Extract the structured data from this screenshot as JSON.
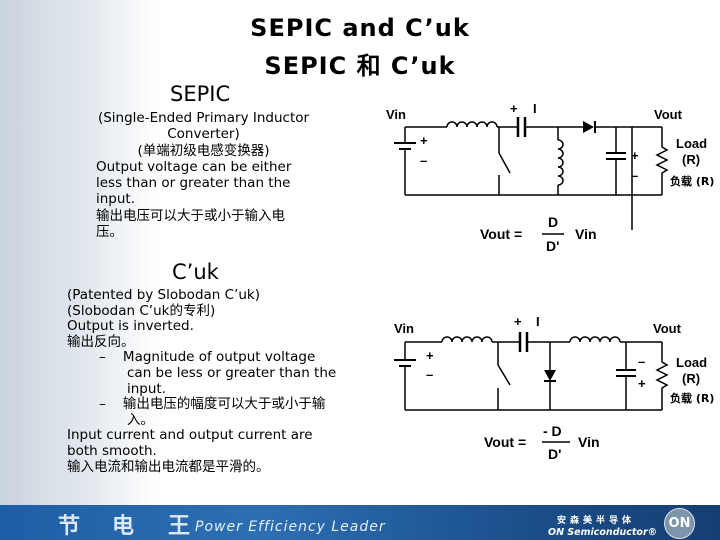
{
  "slide": {
    "title_line1": "SEPIC and C’uk",
    "title_line2": "SEPIC 和 C’uk"
  },
  "sepic": {
    "heading": "SEPIC",
    "desc_line1": "(Single-Ended Primary Inductor",
    "desc_line2": "Converter)",
    "desc_cn": "(单端初级电感变换器)",
    "bullet_en": "Output voltage can be either less than or greater than the input.",
    "bullet_cn": "输出电压可以大于或小于输入电压。"
  },
  "cuk": {
    "heading": "C’uk",
    "patent_en": "(Patented by Slobodan C’uk)",
    "patent_cn": "(Slobodan C’uk的专利)",
    "inverted_en": "Output is inverted.",
    "inverted_cn": "输出反向。",
    "sub1_dash": "–",
    "sub1_en": "Magnitude of output voltage can be less or greater than the input.",
    "sub2_dash": "–",
    "sub2_cn": "输出电压的幅度可以大于或小于输入。",
    "smooth_en": "Input current and output current are both smooth.",
    "smooth_cn": "输入电流和输出电流都是平滑的。"
  },
  "sepic_circuit": {
    "vin": "Vin",
    "vout": "Vout",
    "load": "Load",
    "r": "(R)",
    "load_cn": "负载 (R)",
    "plus": "+",
    "minus": "–",
    "cap_mark": "I",
    "eq_lhs": "Vout =",
    "eq_num": "D",
    "eq_den": "D'",
    "eq_rhs": "Vin"
  },
  "cuk_circuit": {
    "vin": "Vin",
    "vout": "Vout",
    "load": "Load",
    "r": "(R)",
    "load_cn": "负载 (R)",
    "plus": "+",
    "minus": "–",
    "cap_mark": "I",
    "eq_lhs": "Vout =",
    "eq_num": "- D",
    "eq_den": "D'",
    "eq_rhs": "Vin"
  },
  "footer": {
    "glyph1": "节",
    "glyph2": "电",
    "glyph3": "王",
    "tagline": "Power Efficiency Leader",
    "onsemi_cn": "安森美半导体",
    "onsemi_en": "ON Semiconductor®",
    "logo": "ON"
  }
}
